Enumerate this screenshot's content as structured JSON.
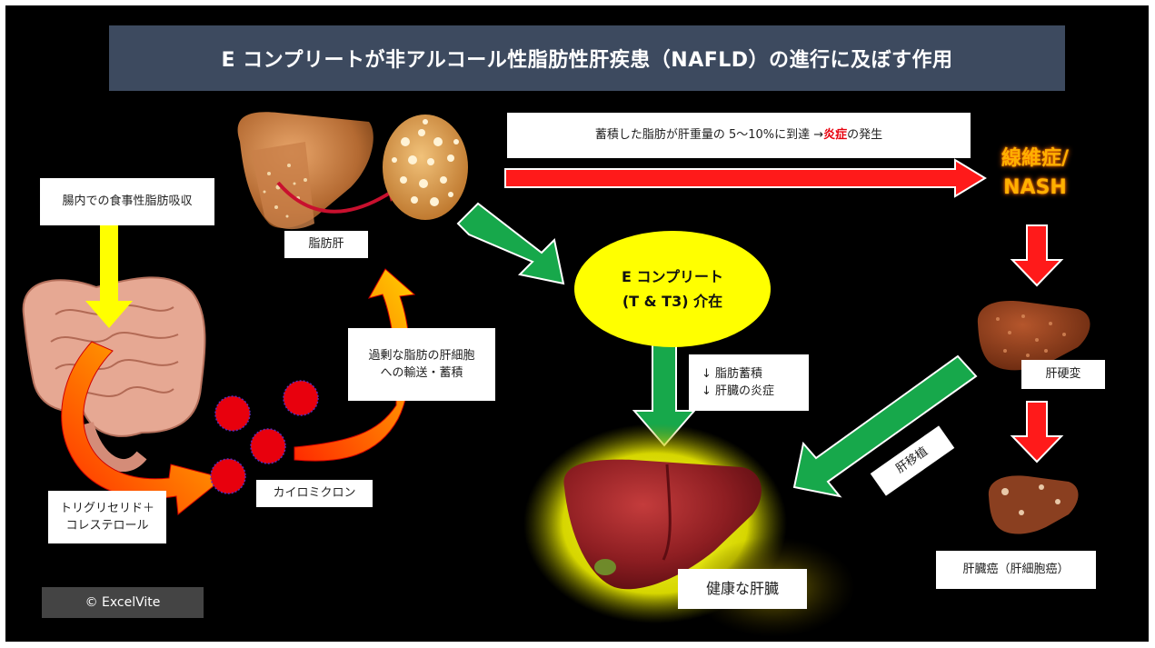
{
  "title": "E コンプリートが非アルコール性脂肪性肝疾患（NAFLD）の進行に及ぼす作用",
  "labels": {
    "absorption": "腸内での食事性脂肪吸収",
    "fatty_liver": "脂肪肝",
    "accumulation_prefix": "蓄積した脂肪が肝重量の 5〜10%に到達 → ",
    "accumulation_inflammation": "炎症",
    "accumulation_suffix": "の発生",
    "intervention_line1": "E コンプリート",
    "intervention_line2": "(T & T3) 介在",
    "fibrosis_line1": "線維症/",
    "fibrosis_line2": "NASH",
    "transport_line1": "過剰な脂肪の肝細胞",
    "transport_line2": "への輸送・蓄積",
    "effect_line1": "↓ 脂肪蓄積",
    "effect_line2": "↓ 肝臓の炎症",
    "cirrhosis": "肝硬変",
    "transplant": "肝移植",
    "chylomicron": "カイロミクロン",
    "tg_line1": "トリグリセリド＋",
    "tg_line2": "コレステロール",
    "healthy_liver": "健康な肝臓",
    "cancer": "肝臓癌（肝細胞癌）",
    "copyright": "© ExcelVite"
  },
  "colors": {
    "background": "#000000",
    "title_bar": "#3d4a5f",
    "highlight_yellow": "#ffff00",
    "progression_red": "#ff1a1a",
    "intervention_green": "#17a84b",
    "fibrosis_orange": "#ffb000"
  }
}
